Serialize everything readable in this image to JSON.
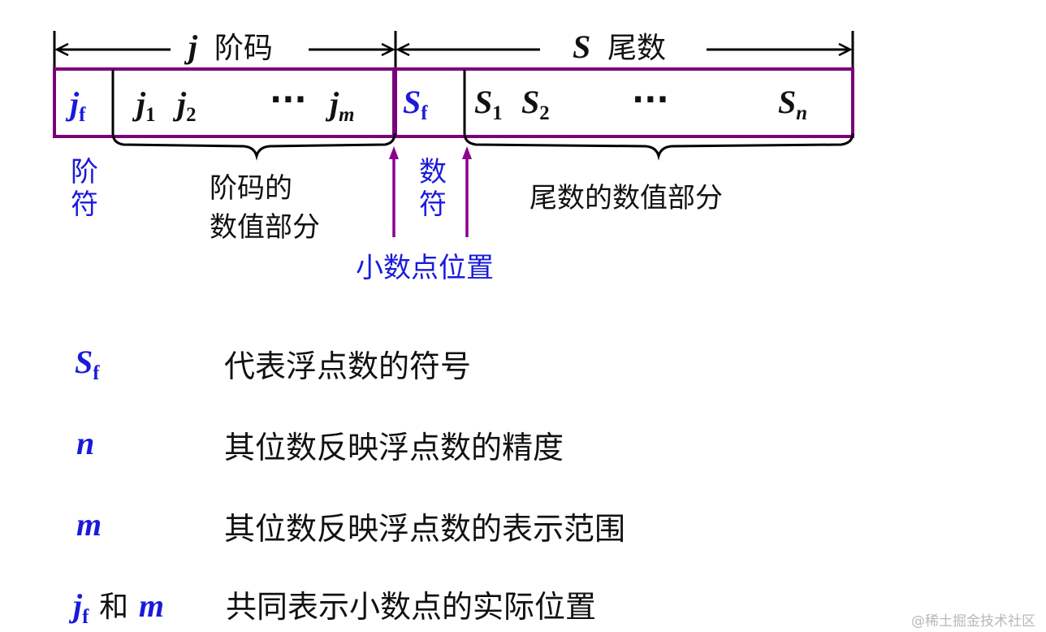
{
  "colors": {
    "box_border": "#7a007a",
    "arrow_purple": "#8b008b",
    "blue_text": "#1a1adb",
    "black_text": "#111111",
    "watermark": "#b8b8b8"
  },
  "header": {
    "exponent_symbol": "j",
    "exponent_label": "阶码",
    "mantissa_symbol": "S",
    "mantissa_label": "尾数"
  },
  "cells": {
    "jf": {
      "base": "j",
      "sub": "f"
    },
    "j1": {
      "base": "j",
      "sub": "1"
    },
    "j2": {
      "base": "j",
      "sub": "2"
    },
    "j_dots": "···",
    "jm": {
      "base": "j",
      "sub": "m"
    },
    "sf": {
      "base": "S",
      "sub": "f"
    },
    "s1": {
      "base": "S",
      "sub": "1"
    },
    "s2": {
      "base": "S",
      "sub": "2"
    },
    "s_dots": "···",
    "sn": {
      "base": "S",
      "sub": "n"
    }
  },
  "annotations": {
    "exponent_sign": "阶符",
    "exponent_value_line1": "阶码的",
    "exponent_value_line2": "数值部分",
    "mantissa_sign": "数符",
    "decimal_point_position": "小数点位置",
    "mantissa_value": "尾数的数值部分"
  },
  "legend": [
    {
      "symbol": "S",
      "sub": "f",
      "description": "代表浮点数的符号"
    },
    {
      "symbol": "n",
      "description": "其位数反映浮点数的精度"
    },
    {
      "symbol": "m",
      "description": "其位数反映浮点数的表示范围"
    },
    {
      "symbol": "j",
      "sub": "f",
      "connector": "和",
      "symbol2": "m",
      "description": "共同表示小数点的实际位置"
    }
  ],
  "watermark": "@稀土掘金技术社区"
}
